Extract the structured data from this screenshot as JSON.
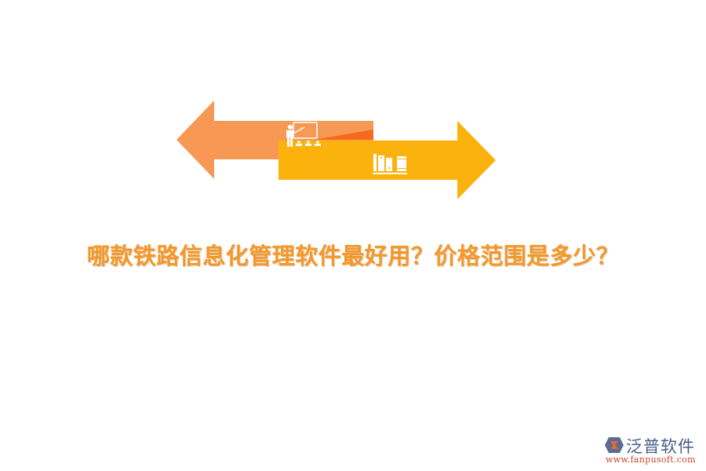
{
  "headline": "哪款铁路信息化管理软件最好用？价格范围是多少？",
  "colors": {
    "left_arrow": "#f79955",
    "left_arrow_accent": "#f56a1c",
    "right_arrow": "#fbb20d",
    "headline": "#f5982a",
    "icon": "#ffffff",
    "logo_text": "#4a5b86",
    "logo_url": "#c8462d"
  },
  "icons": {
    "left_arrow": "teacher-presentation-icon",
    "right_arrow": "bookshelf-icon"
  },
  "logo": {
    "name": "泛普软件",
    "url": "www.fanpusoft.com"
  }
}
